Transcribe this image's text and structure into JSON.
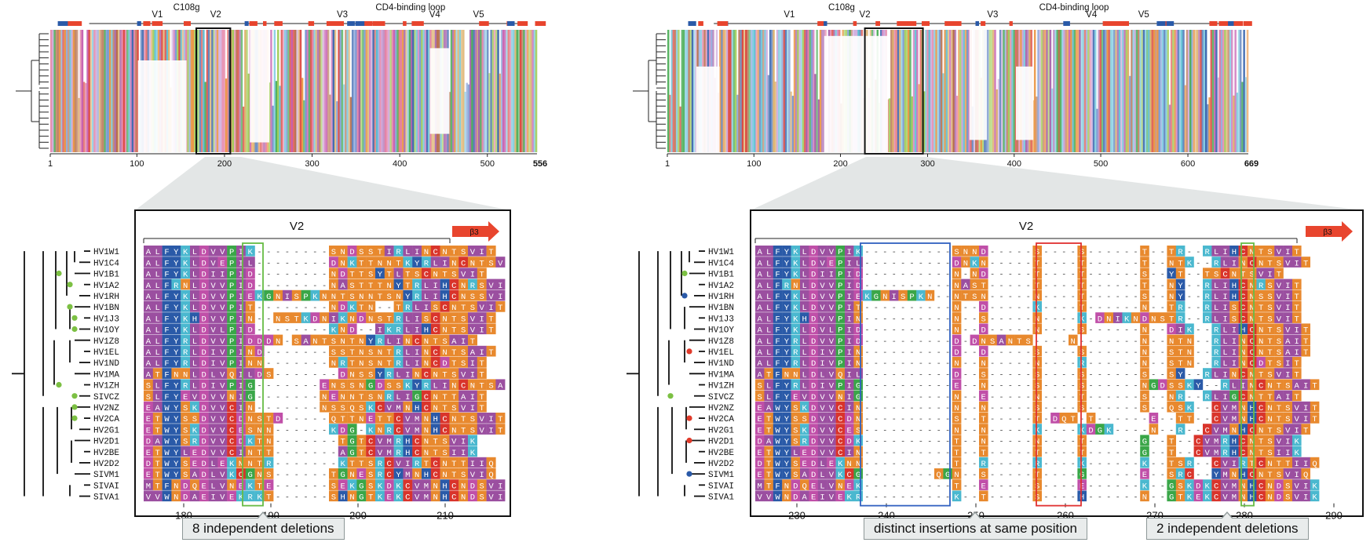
{
  "palette": {
    "purple": "#9b4fa0",
    "darkblue": "#2a5aa8",
    "green": "#3aa648",
    "orange": "#e8892e",
    "cyan": "#4ab8cf",
    "magenta": "#c04fa8",
    "red": "#d9342b",
    "lightblue": "#79c8e0",
    "tan": "#d9a85a",
    "pink": "#e0709a",
    "lime": "#98c848",
    "brown": "#b0603a",
    "leaf_green": "#7cc043",
    "leaf_red": "#e03a2a",
    "leaf_blue": "#2a5aa8",
    "marker_red": "#e8452e",
    "marker_blue": "#2a5aa8",
    "box_green": "#66bb44",
    "box_blue": "#3060c0",
    "box_red": "#e03030",
    "zoom_fill": "#e3e6e6"
  },
  "left": {
    "overview": {
      "regions": [
        "V1",
        "C108g",
        "V2",
        "V3",
        "CD4-binding loop",
        "V4",
        "V5"
      ],
      "axis_ticks": [
        "1",
        "100",
        "200",
        "300",
        "400",
        "500"
      ],
      "axis_end": "556"
    },
    "detail": {
      "region_label": "V2",
      "beta_label": "β3",
      "ticks": [
        "180",
        "190",
        "200",
        "210"
      ],
      "callout": "8 independent deletions",
      "rows": [
        {
          "name": "HV1W1",
          "seq": "ALFYKLDVVPIK--------SNDSSTIRLINCNTSVIT"
        },
        {
          "name": "HV1C4",
          "seq": "ALFYKLDVEPIL--------DNKTTNNTKYRLINCNTSVIT"
        },
        {
          "name": "HV1B1",
          "seq": "ALFYKLDIIPID--------NDTTSYTLTSCNTSVIT"
        },
        {
          "name": "HV1A2",
          "seq": "ALFRNLDVVPID--------NASTTTNYTRLIHCNRSVIT"
        },
        {
          "name": "HV1RH",
          "seq": "ALFYKLDVVPIEKGNISPKNNTSNNTSNYRLIHCNSSVIT"
        },
        {
          "name": "HV1BN",
          "seq": "ALFYKLDVVPIT--------NDKTN--TRLISCNTSVIT"
        },
        {
          "name": "HV1J3",
          "seq": "ALFYKHDVVPIN--NSTKDNIKNDNSTRLISCNTSVIT"
        },
        {
          "name": "HV1OY",
          "seq": "ALFYKLDVLPID--------KND--IKRLIHCNTSVIT"
        },
        {
          "name": "HV1Z8",
          "seq": "ALFYRLDVVPIDDDN-SANTSNTNYRLINCNTSAIT"
        },
        {
          "name": "HV1EL",
          "seq": "ALFYRLDIVPIND-------SSTNSNTRLINCNTSAIT"
        },
        {
          "name": "HV1ND",
          "seq": "ALFYRLDIVPINN-------NRTNSNTRLINCDTSIT"
        },
        {
          "name": "HV1MA",
          "seq": "ATFNNLDLVQILDS-------DNSSYRLINCNTSVIT"
        },
        {
          "name": "HV1ZH",
          "seq": "SLFYRLDIVPIG-------ENSSNGDSSKYRLINCNTSAIT"
        },
        {
          "name": "SIVCZ",
          "seq": "SLFYEVDVVNIG-------NENNTSNRLIGCNTTAIT"
        },
        {
          "name": "HV2NZ",
          "seq": "EAWYSKDVVCIN-------NSSQSKCVMNHCNTSVIT"
        },
        {
          "name": "HV2CA",
          "seq": "ETWYSSDVVCDNSTD-----QTTNETTCVMNHCNTSVIT"
        },
        {
          "name": "HV2G1",
          "seq": "ETWYSKDVVCESNN------KDG-KNRCVMNHCNTSVIT"
        },
        {
          "name": "HV2D1",
          "seq": "DAWYSRDVVCDKTN-------TGTCVMRHCNTSVIK"
        },
        {
          "name": "HV2BE",
          "seq": "ETWYLEDVVCINTT-------AGTCVMRHCNTSIIK"
        },
        {
          "name": "HV2D2",
          "seq": "DTWYSEDLEKNNTR-------KTTSRCVIRTCNTTIIQ"
        },
        {
          "name": "SIVM1",
          "seq": "ETWYSADLVKCGNS------TGNESRCYMNHCNTSVIQ"
        },
        {
          "name": "SIVAI",
          "seq": "MTFNDQELVNEKTE------SEKGSKDKCVMNHCNDSVIK"
        },
        {
          "name": "SIVA1",
          "seq": "VVWNDAEIVEKRKT------SHNGTKEKCVMNHCNDSVIK"
        }
      ]
    }
  },
  "right": {
    "overview": {
      "regions": [
        "V1",
        "C108g",
        "V2",
        "V3",
        "CD4-binding loop",
        "V4",
        "V5"
      ],
      "axis_ticks": [
        "1",
        "100",
        "200",
        "300",
        "400",
        "500",
        "600"
      ],
      "axis_end": "669"
    },
    "detail": {
      "region_label": "V2",
      "beta_label": "β3",
      "ticks": [
        "230",
        "240",
        "250",
        "260",
        "270",
        "280",
        "290"
      ],
      "callouts": [
        "distinct insertions at same position",
        "2 independent deletions"
      ],
      "rows": [
        {
          "name": "HV1W1",
          "seq": "ALFYKLDVVPIK----------SNND-----S----S------T--TR--RLIHCNTSVIT"
        },
        {
          "name": "HV1C4",
          "seq": "ALFYKLDVEPIL----------DNKN-----T----T------T--NTK--RLINCNTSVIT"
        },
        {
          "name": "HV1B1",
          "seq": "ALFYKLDIIPID----------N-ND-----T----T------S--YT--TSCNTSVIT"
        },
        {
          "name": "HV1A2",
          "seq": "ALFRNLDVVPID----------NAST-----T----T------T--NY--RLIHCNRSVIT"
        },
        {
          "name": "HV1RH",
          "seq": "ALFYKLDVVPIEKGNISPKN--NTSN-----N----T------S--NY--RLIHCNSSVIT"
        },
        {
          "name": "HV1BN",
          "seq": "ALFYKLDVVPIT----------N--D-----K----T------N--TR--RLISCNTSVIT"
        },
        {
          "name": "HV1J3",
          "seq": "ALFYKHDVVPIN----------N--S-----N----K-DNIKNDNSTR--RLISCNTSVIT"
        },
        {
          "name": "HV1OY",
          "seq": "ALFYKLDVLPID----------N--D-----N----S------N--DIK--RLIHCNTSVIT"
        },
        {
          "name": "HV1Z8",
          "seq": "ALFYRLDVVPID----------D-DNSANTS----N-------N--NTN--RLINCNTSAIT"
        },
        {
          "name": "HV1EL",
          "seq": "ALFYRLDIVPIN----------D--D-----S----S------N--STN--RLINCNTSAIT"
        },
        {
          "name": "HV1ND",
          "seq": "ALFYRLDIVPIN----------N--N-----N----R------N--STN--RLINCDTSIT"
        },
        {
          "name": "HV1MA",
          "seq": "ATFNNLDLVQIL----------D--S-----S----S------S--SY--RLINCNTSVIT"
        },
        {
          "name": "HV1ZH",
          "seq": "SLFYRLDIVPIG----------E--N-----S----S------NGDSSKY--RLINCNTSAIT"
        },
        {
          "name": "SIVCZ",
          "seq": "SLFYEVDVVNIG----------N--E-----N----T------S--NR--RLIGCNTTAIT"
        },
        {
          "name": "HV2NZ",
          "seq": "EAWYSKDVVCIN----------N--N-----S----S------S--QSK--CVMNHCNTSVIT"
        },
        {
          "name": "HV2CA",
          "seq": "ETWYSSDVVCDN----------S--T-----T-DQT-T------E--TT--CVMNHCNTSVIT"
        },
        {
          "name": "HV2G1",
          "seq": "ETWYSKDVVCES----------N--N-----K----KDGK----N--R--CVMNHCNTSVIT"
        },
        {
          "name": "HV2D1",
          "seq": "DAWYSRDVVCDK----------T--N-----N----T------G--T--CVMRHCNTSVIK"
        },
        {
          "name": "HV2BE",
          "seq": "ETWYLEDVVCIN----------T--T-----T----T------G--T--CVMRHCNTSIIK"
        },
        {
          "name": "HV2D2",
          "seq": "DTWYSEDLEKNN----------T--R-----R----K------K--TSR--CVIRTCNTTIIQ"
        },
        {
          "name": "SIVM1",
          "seq": "ETWYSADLVKCG--------QGN--S-----T----G------E--SRC--YMNHCNTSVIQ"
        },
        {
          "name": "SIVAI",
          "seq": "MTFNDQELVNEK----------T--E-----S----E------K--GSKDKCVMNHCNDSVIK"
        },
        {
          "name": "SIVA1",
          "seq": "VVWNDAEIVEKR----------K--T-----S----H------N--GTKEKCVMNHCNDSVIK"
        }
      ]
    }
  }
}
